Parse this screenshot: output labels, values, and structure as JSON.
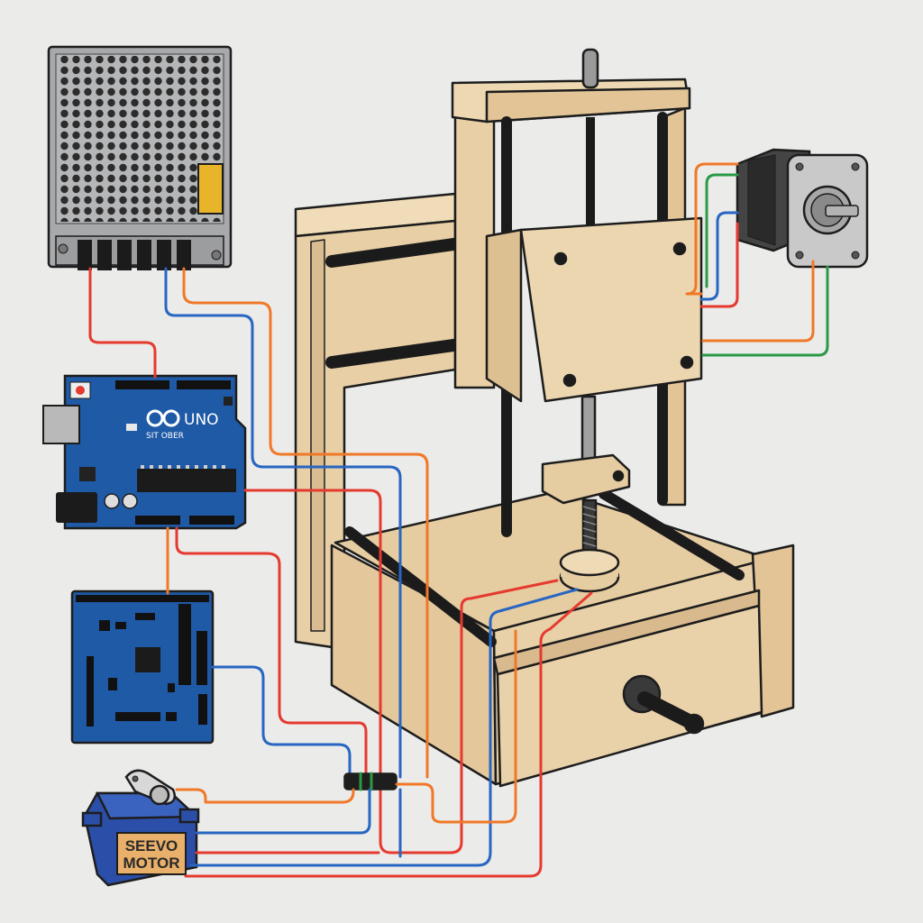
{
  "arduino": {
    "board_text": "UNO",
    "brand_text": "SIT OBER"
  },
  "servo": {
    "label_line1": "SEEVO",
    "label_line2": "MOTOR"
  },
  "colors": {
    "background": "#ebebea",
    "wood": "#e8cfa6",
    "wood_dark": "#d2b488",
    "board_blue": "#1f5aa6",
    "psu_grey": "#a8a9ab",
    "wire_red": "#e53a2f",
    "wire_orange": "#f07828",
    "wire_blue": "#2766c2",
    "wire_green": "#2a9a45",
    "servo_blue": "#2b4fa8",
    "servo_label": "#e8b06a"
  },
  "icons": [
    "power-supply-icon",
    "arduino-uno-icon",
    "motor-driver-shield-icon",
    "servo-motor-icon",
    "stepper-motor-icon",
    "knob-icon"
  ]
}
